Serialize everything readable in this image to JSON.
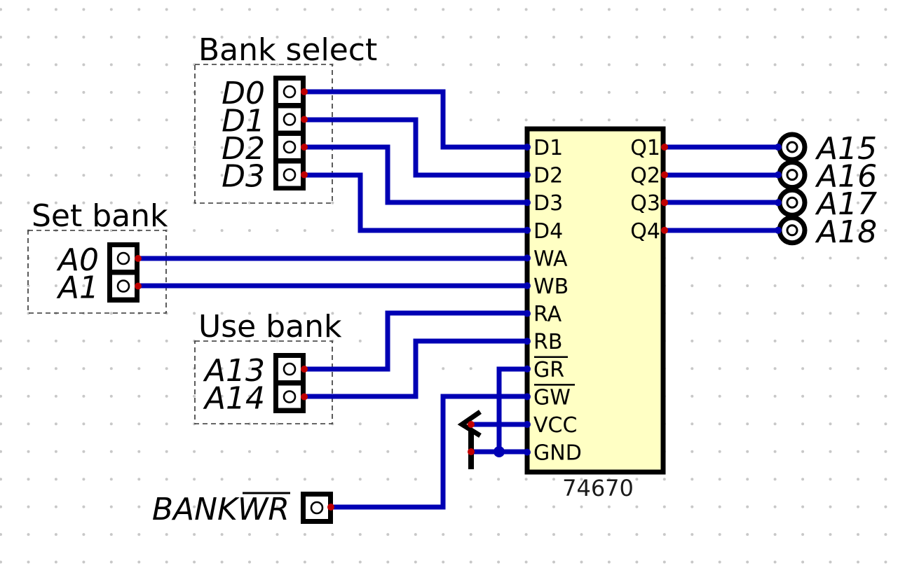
{
  "diagram": {
    "kind": "circuit-schematic",
    "groups": {
      "bank_select": {
        "title": "Bank select",
        "nets": [
          "D0",
          "D1",
          "D2",
          "D3"
        ]
      },
      "set_bank": {
        "title": "Set bank",
        "nets": [
          "A0",
          "A1"
        ]
      },
      "use_bank": {
        "title": "Use bank",
        "nets": [
          "A13",
          "A14"
        ]
      }
    },
    "bankwr": {
      "label_prefix": "BANK",
      "label_overbar": "WR"
    },
    "chip": {
      "part": "74670",
      "left_pins": [
        {
          "name": "D1",
          "inverted": false
        },
        {
          "name": "D2",
          "inverted": false
        },
        {
          "name": "D3",
          "inverted": false
        },
        {
          "name": "D4",
          "inverted": false
        },
        {
          "name": "WA",
          "inverted": false
        },
        {
          "name": "WB",
          "inverted": false
        },
        {
          "name": "RA",
          "inverted": false
        },
        {
          "name": "RB",
          "inverted": false
        },
        {
          "name": "GR",
          "inverted": true
        },
        {
          "name": "GW",
          "inverted": true
        },
        {
          "name": "VCC",
          "inverted": false
        },
        {
          "name": "GND",
          "inverted": false
        }
      ],
      "right_pins": [
        "Q1",
        "Q2",
        "Q3",
        "Q4"
      ]
    },
    "outputs": [
      "A15",
      "A16",
      "A17",
      "A18"
    ],
    "connections": [
      [
        "D0",
        "D1"
      ],
      [
        "D1",
        "D2"
      ],
      [
        "D2",
        "D3"
      ],
      [
        "D3",
        "D4"
      ],
      [
        "A0",
        "WA"
      ],
      [
        "A1",
        "WB"
      ],
      [
        "A13",
        "RA"
      ],
      [
        "A14",
        "RB"
      ],
      [
        "BANKWR",
        "GW"
      ],
      [
        "GND",
        "GR"
      ],
      [
        "power-supply",
        "VCC"
      ],
      [
        "power-supply",
        "GND"
      ],
      [
        "Q1",
        "A15"
      ],
      [
        "Q2",
        "A16"
      ],
      [
        "Q3",
        "A17"
      ],
      [
        "Q4",
        "A18"
      ]
    ],
    "colors": {
      "wire": "#0000b4",
      "pin_dot": "#c00000",
      "chip_fill": "#ffffc4",
      "grid_dot": "#c8c8c8"
    }
  }
}
